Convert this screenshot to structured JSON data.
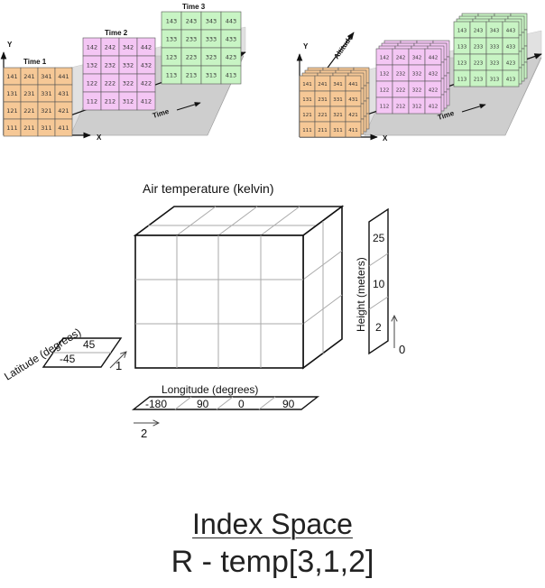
{
  "left_figure": {
    "time_labels": [
      "Time 1",
      "Time 2",
      "Time 3"
    ],
    "axis_y": "Y",
    "axis_x": "X",
    "axis_time": "Time",
    "grids": [
      {
        "color": "#f6c896",
        "rows": [
          [
            "141",
            "241",
            "341",
            "441"
          ],
          [
            "131",
            "231",
            "331",
            "431"
          ],
          [
            "121",
            "221",
            "321",
            "421"
          ],
          [
            "111",
            "211",
            "311",
            "411"
          ]
        ]
      },
      {
        "color": "#f4c6f4",
        "rows": [
          [
            "142",
            "242",
            "342",
            "442"
          ],
          [
            "132",
            "232",
            "332",
            "432"
          ],
          [
            "122",
            "222",
            "322",
            "422"
          ],
          [
            "112",
            "212",
            "312",
            "412"
          ]
        ]
      },
      {
        "color": "#c8f4c4",
        "rows": [
          [
            "143",
            "243",
            "343",
            "443"
          ],
          [
            "133",
            "233",
            "333",
            "433"
          ],
          [
            "123",
            "223",
            "323",
            "423"
          ],
          [
            "113",
            "213",
            "313",
            "413"
          ]
        ]
      }
    ]
  },
  "right_figure": {
    "axis_y": "Y",
    "axis_x": "X",
    "axis_time": "Time",
    "axis_altitude": "Altitude",
    "grids": [
      {
        "color": "#f6c896",
        "rows": [
          [
            "141",
            "241",
            "341",
            "441"
          ],
          [
            "131",
            "231",
            "331",
            "431"
          ],
          [
            "121",
            "221",
            "321",
            "421"
          ],
          [
            "111",
            "211",
            "311",
            "411"
          ]
        ]
      },
      {
        "color": "#f4c6f4",
        "rows": [
          [
            "142",
            "242",
            "342",
            "442"
          ],
          [
            "132",
            "232",
            "332",
            "432"
          ],
          [
            "122",
            "222",
            "322",
            "422"
          ],
          [
            "112",
            "212",
            "312",
            "412"
          ]
        ]
      },
      {
        "color": "#c8f4c4",
        "rows": [
          [
            "143",
            "243",
            "343",
            "443"
          ],
          [
            "133",
            "233",
            "333",
            "433"
          ],
          [
            "123",
            "223",
            "323",
            "423"
          ],
          [
            "113",
            "213",
            "313",
            "413"
          ]
        ]
      }
    ]
  },
  "cube": {
    "title": "Air temperature (kelvin)",
    "height_label": "Height (meters)",
    "height_values": [
      "25",
      "10",
      "2"
    ],
    "height_index": "0",
    "latitude_label": "Latitude (degrees)",
    "latitude_values": [
      "45",
      "-45"
    ],
    "latitude_index": "1",
    "longitude_label": "Longitude (degrees)",
    "longitude_values": [
      "-180",
      "90",
      "0",
      "90"
    ],
    "longitude_index": "2"
  },
  "footer": {
    "heading": "Index Space",
    "expression": "R - temp[3,1,2]"
  }
}
